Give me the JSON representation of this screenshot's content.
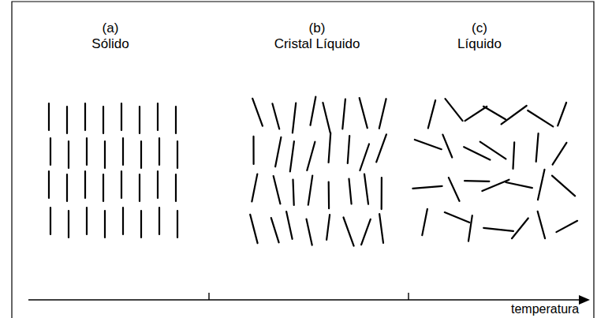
{
  "diagram": {
    "labels": [
      "(a)",
      "Sólido",
      "(b)",
      "Cristal Líquido",
      "(c)",
      "Líquido",
      "temperatura"
    ]
  }
}
